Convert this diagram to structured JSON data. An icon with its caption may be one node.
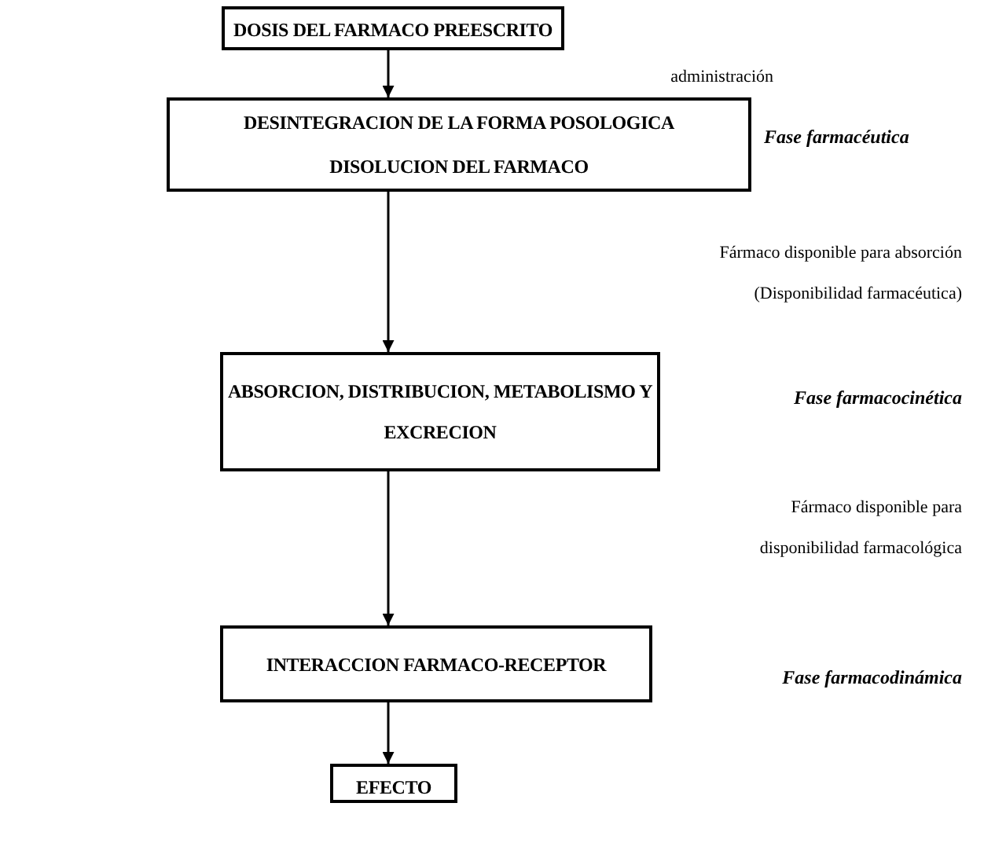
{
  "diagram": {
    "nodes": [
      {
        "text": [
          "DOSIS DEL FARMACO PREESCRITO"
        ]
      },
      {
        "text": [
          "DESINTEGRACION DE LA FORMA POSOLOGICA",
          "DISOLUCION DEL FARMACO"
        ],
        "beside": [
          "Fase farmacéutica"
        ]
      },
      {
        "text": [
          "ABSORCION, DISTRIBUCION, METABOLISMO Y EXCRECION"
        ]
      },
      {
        "text": [
          "INTERACCION FARMACO-RECEPTOR"
        ]
      },
      {
        "text": [
          "EFECTO"
        ]
      }
    ],
    "edges": [
      {
        "from": 0,
        "to": 1,
        "arrow": "to"
      },
      {
        "from": 1,
        "to": 2,
        "arrow": "to"
      },
      {
        "from": 2,
        "to": 3,
        "arrow": "to"
      },
      {
        "from": 3,
        "to": 4,
        "arrow": "to"
      }
    ],
    "labels": [
      "administración",
      "Fármaco disponible para absorción (Disponibilidad farmacéutica)",
      "Fase farmacocinética",
      "Fármaco disponible para disponibilidad farmacológica",
      "Fase farmacodinámica"
    ]
  }
}
